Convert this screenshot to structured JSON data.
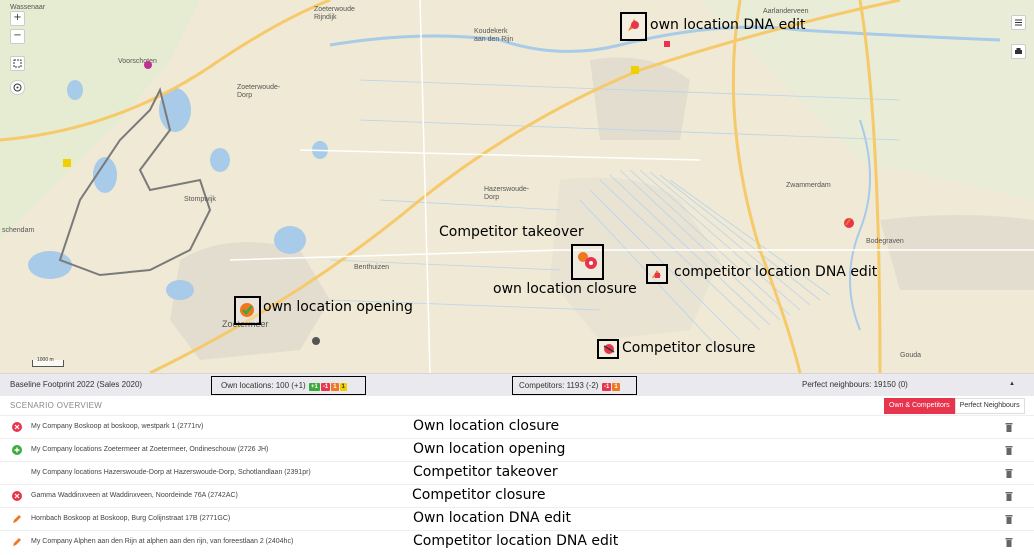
{
  "map": {
    "place_labels": [
      "Wassenaar",
      "Zoeterwoude Rijndijk",
      "Koudekerk aan den Rijn",
      "Aarlanderveen",
      "Voorschoten",
      "Zoeterwoude-Dorp",
      "Stompwijk",
      "Hazerswoude-Dorp",
      "Zwammerdam",
      "Benthuizen",
      "Bodegraven",
      "Zoetermeer",
      "Gouda",
      "schendam"
    ],
    "scale_label": "1000 m",
    "zoom_in": "+",
    "zoom_out": "−",
    "callouts": {
      "own_dna_edit": "own location DNA edit",
      "competitor_takeover": "Competitor takeover",
      "own_closure": "own location closure",
      "competitor_dna_edit": "competitor location DNA edit",
      "own_opening": "own location opening",
      "competitor_closure": "Competitor closure"
    }
  },
  "statusbar": {
    "baseline": "Baseline Footprint 2022 (Sales 2020)",
    "own_locations": "Own locations: 100 (+1)",
    "own_chips": [
      "+1",
      "-1",
      "1",
      "1"
    ],
    "competitors": "Competitors: 1193 (-2)",
    "competitor_chips": [
      "-1",
      "1"
    ],
    "perfect_neighbours": "Perfect neighbours: 19150 (0)",
    "collapse_icon": "▲"
  },
  "overview": {
    "title": "SCENARIO OVERVIEW",
    "toggle_active": "Own & Competitors",
    "toggle_inactive": "Perfect Neighbours"
  },
  "rows": [
    {
      "icon": "remove-circle-icon",
      "text": "My Company Boskoop at boskoop, westpark 1 (2771rv)",
      "label": "Own location closure"
    },
    {
      "icon": "add-circle-icon",
      "text": "My Company locations Zoetermeer at Zoetermeer, Ondineschouw (2726 JH)",
      "label": "Own location opening"
    },
    {
      "icon": "none",
      "text": "My Company locations Hazerswoude-Dorp at Hazerswoude-Dorp, Schotlandlaan (2391pr)",
      "label": "Competitor takeover"
    },
    {
      "icon": "remove-circle-icon",
      "text": "Gamma Waddinxveen at Waddinxveen, Noordeinde 76A (2742AC)",
      "label": "Competitor closure"
    },
    {
      "icon": "pencil-icon",
      "text": "Hornbach Boskoop at Boskoop, Burg Colijnstraat 17B (2771GC)",
      "label": "Own location DNA edit"
    },
    {
      "icon": "pencil-icon",
      "text": "My Company Alphen aan den Rijn at alphen aan den rijn, van foreestlaan 2 (2404hc)",
      "label": "Competitor location DNA edit"
    }
  ],
  "colors": {
    "accent": "#e8344c",
    "green": "#3caa3c",
    "orange": "#f07820",
    "map_bg": "#f4ecd6",
    "water": "#a7cbe8",
    "road": "#f6c96a"
  }
}
